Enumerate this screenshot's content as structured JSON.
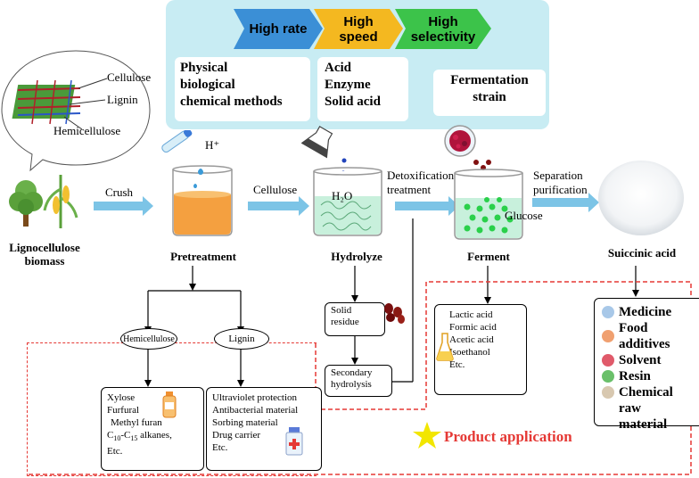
{
  "banner": {
    "chevrons": [
      "High rate",
      "High\nspeed",
      "High\nselectivity"
    ],
    "chevron_colors": [
      "#3b8fd6",
      "#f4b820",
      "#3cc34a"
    ],
    "methods": [
      "Physical\nbiological\nchemical methods",
      "Acid\nEnzyme\nSolid acid",
      "Fermentation\nstrain"
    ]
  },
  "bubble": {
    "cellulose": "Cellulose",
    "lignin": "Lignin",
    "hemicellulose": "Hemicellulose"
  },
  "flow": {
    "crush": "Crush",
    "cellulose": "Cellulose",
    "detox": "Detoxification\ntreatment",
    "separation": "Separation\npurification",
    "h_plus": "H⁺",
    "h2o": "H₂O",
    "glucose": "Glucose"
  },
  "stages": {
    "biomass": "Lignocellulose\nbiomass",
    "pretreatment": "Pretreatment",
    "hydrolyze": "Hydrolyze",
    "ferment": "Ferment",
    "product": "Suiccinic acid"
  },
  "branches": {
    "hemicellulose": "Hemicellulose",
    "lignin": "Lignin",
    "solid_residue": "Solid\nresidue",
    "secondary": "Secondary\nhydrolysis"
  },
  "products": {
    "hemicellulose_items": [
      "Xylose",
      "Furfural",
      "Methyl furan"
    ],
    "alkanes_c": "C",
    "alkanes_sub1": "10",
    "alkanes_mid": "-C",
    "alkanes_sub2": "15",
    "alkanes_end": " alkanes,",
    "hemicellulose_etc": "Etc.",
    "lignin_items": [
      "Ultraviolet protection",
      "Antibacterial material",
      "Sorbing material",
      "Drug carrier",
      "Etc."
    ],
    "ferment_items": [
      "Lactic acid",
      "Formic acid",
      "Acetic acid",
      "Isoethanol",
      "Etc."
    ],
    "succinic_items": [
      "Medicine",
      "Food additives",
      "Solvent",
      "Resin",
      "Chemical raw\nmaterial"
    ]
  },
  "product_application": "Product application",
  "colors": {
    "arrow": "#7cc4e6",
    "dash": "#e53935",
    "star": "#f2e600",
    "app_text": "#e53935",
    "banner_bg": "#c8ecf3"
  }
}
